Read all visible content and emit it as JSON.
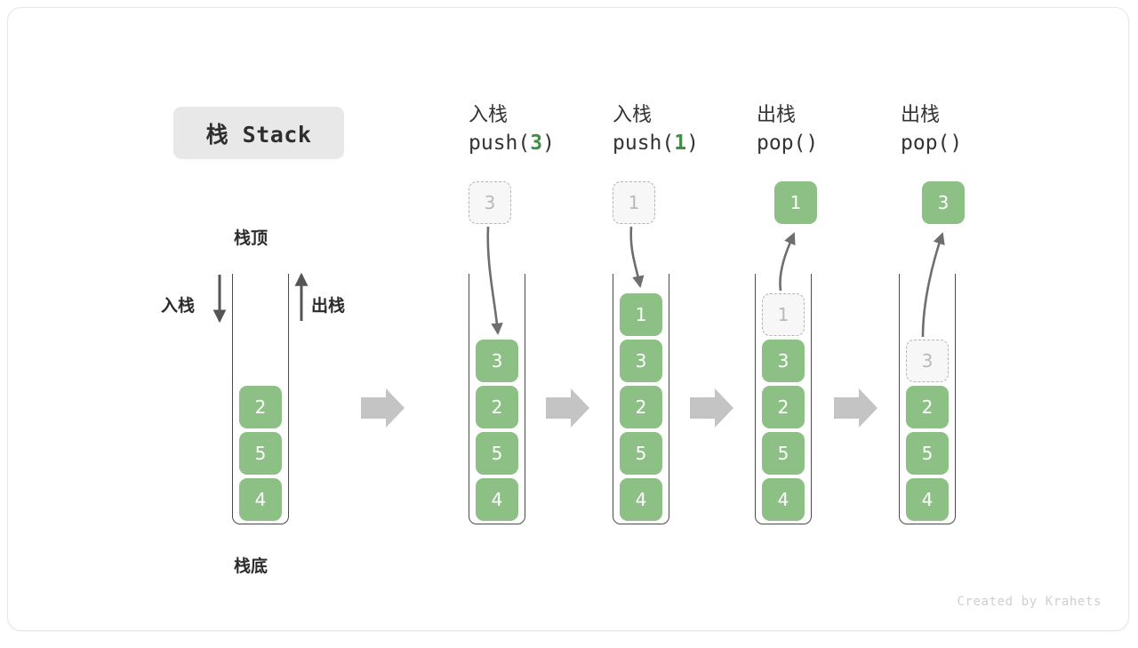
{
  "card": {
    "title": "栈 Stack",
    "footer": "Created by Krahets"
  },
  "colors": {
    "element_green": "#8cc084",
    "accent_green_text": "#3e9142",
    "ghost_fill": "#f7f7f7",
    "ghost_border": "#b5b5b5",
    "frame_stroke": "#4a4a4a",
    "transition_arrow": "#c4c4c4",
    "curve_arrow": "#6e6e6e",
    "title_pill_bg": "#e8e8e8",
    "footer_text": "#cfcfcf"
  },
  "annotations": {
    "top_label": "栈顶",
    "bottom_label": "栈底",
    "push_label": "入栈",
    "pop_label": "出栈"
  },
  "steps": [
    {
      "id": "initial",
      "header_cjk": "",
      "header_code": "",
      "header_arg": "",
      "cells_bottom_to_top": [
        "4",
        "5",
        "2"
      ],
      "ghost_top_index": null,
      "float_box": null
    },
    {
      "id": "push-3",
      "header_cjk": "入栈",
      "header_code_prefix": "push(",
      "header_arg": "3",
      "header_code_suffix": ")",
      "cells_bottom_to_top": [
        "4",
        "5",
        "2",
        "3"
      ],
      "ghost_top_index": null,
      "float_box": {
        "value": "3",
        "style": "ghost",
        "direction": "in"
      }
    },
    {
      "id": "push-1",
      "header_cjk": "入栈",
      "header_code_prefix": "push(",
      "header_arg": "1",
      "header_code_suffix": ")",
      "cells_bottom_to_top": [
        "4",
        "5",
        "2",
        "3",
        "1"
      ],
      "ghost_top_index": null,
      "float_box": {
        "value": "1",
        "style": "ghost",
        "direction": "in"
      }
    },
    {
      "id": "pop-1",
      "header_cjk": "出栈",
      "header_code_prefix": "pop(",
      "header_arg": "",
      "header_code_suffix": ")",
      "cells_bottom_to_top": [
        "4",
        "5",
        "2",
        "3",
        "1"
      ],
      "ghost_top_index": 4,
      "float_box": {
        "value": "1",
        "style": "filled",
        "direction": "out"
      }
    },
    {
      "id": "pop-3",
      "header_cjk": "出栈",
      "header_code_prefix": "pop(",
      "header_arg": "",
      "header_code_suffix": ")",
      "cells_bottom_to_top": [
        "4",
        "5",
        "2",
        "3"
      ],
      "ghost_top_index": 3,
      "float_box": {
        "value": "3",
        "style": "filled",
        "direction": "out"
      }
    }
  ],
  "headers": [
    {
      "cjk": "入栈",
      "pre": "push(",
      "arg": "3",
      "post": ")"
    },
    {
      "cjk": "入栈",
      "pre": "push(",
      "arg": "1",
      "post": ")"
    },
    {
      "cjk": "出栈",
      "pre": "pop(",
      "arg": "",
      "post": ")"
    },
    {
      "cjk": "出栈",
      "pre": "pop(",
      "arg": "",
      "post": ")"
    }
  ]
}
